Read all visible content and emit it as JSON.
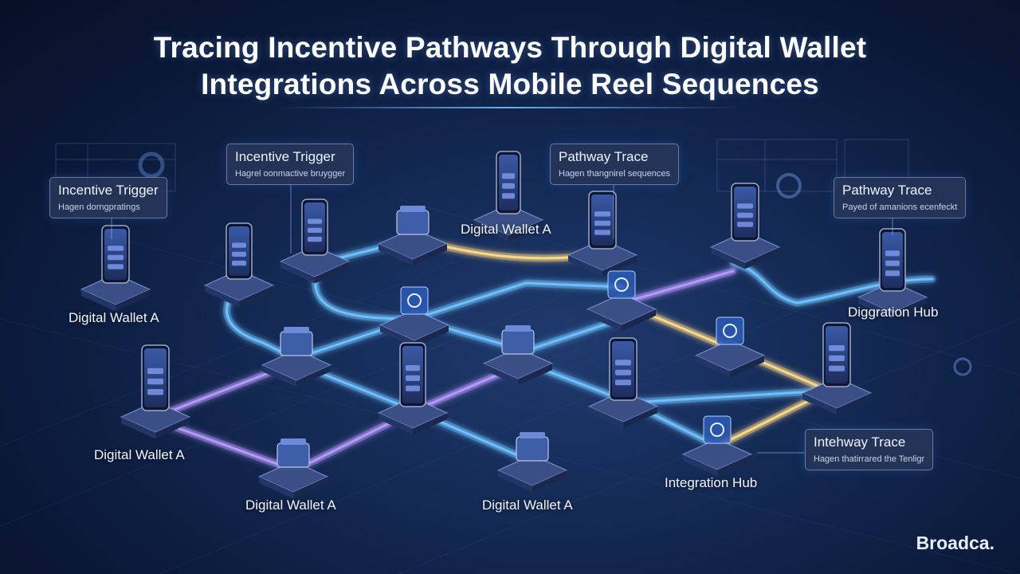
{
  "title": {
    "line1": "Tracing Incentive Pathways Through Digital Wallet",
    "line2": "Integrations Across Mobile Reel Sequences"
  },
  "cards": [
    {
      "heading": "Incentive Trigger",
      "sub": "Hagen dorngpratings"
    },
    {
      "heading": "Incentive Trigger",
      "sub": "Hagrel oonmactive bruygger"
    },
    {
      "heading": "Pathway Trace",
      "sub": "Hagen thangnirel sequences"
    },
    {
      "heading": "Pathway Trace",
      "sub": "Payed of amanions ecenfeckt"
    },
    {
      "heading": "Intehway Trace",
      "sub": "Hagen thatirrared the Tenligr"
    }
  ],
  "labels": {
    "wallet_left": "Digital Wallet A",
    "wallet_top": "Digital Wallet A",
    "hub_right": "Diggration Hub",
    "wallet_mid_left": "Digital Wallet A",
    "wallet_bottom_left": "Digital Wallet A",
    "wallet_bottom_mid": "Digital Wallet A",
    "integration_hub": "Integration Hub"
  },
  "brand": "Broadca.",
  "colors": {
    "path_blue": "#6fc3ff",
    "path_violet": "#b79bff",
    "path_gold": "#ffd98a",
    "node_top": "#3b4f86",
    "screen": "#2a3f7a"
  }
}
